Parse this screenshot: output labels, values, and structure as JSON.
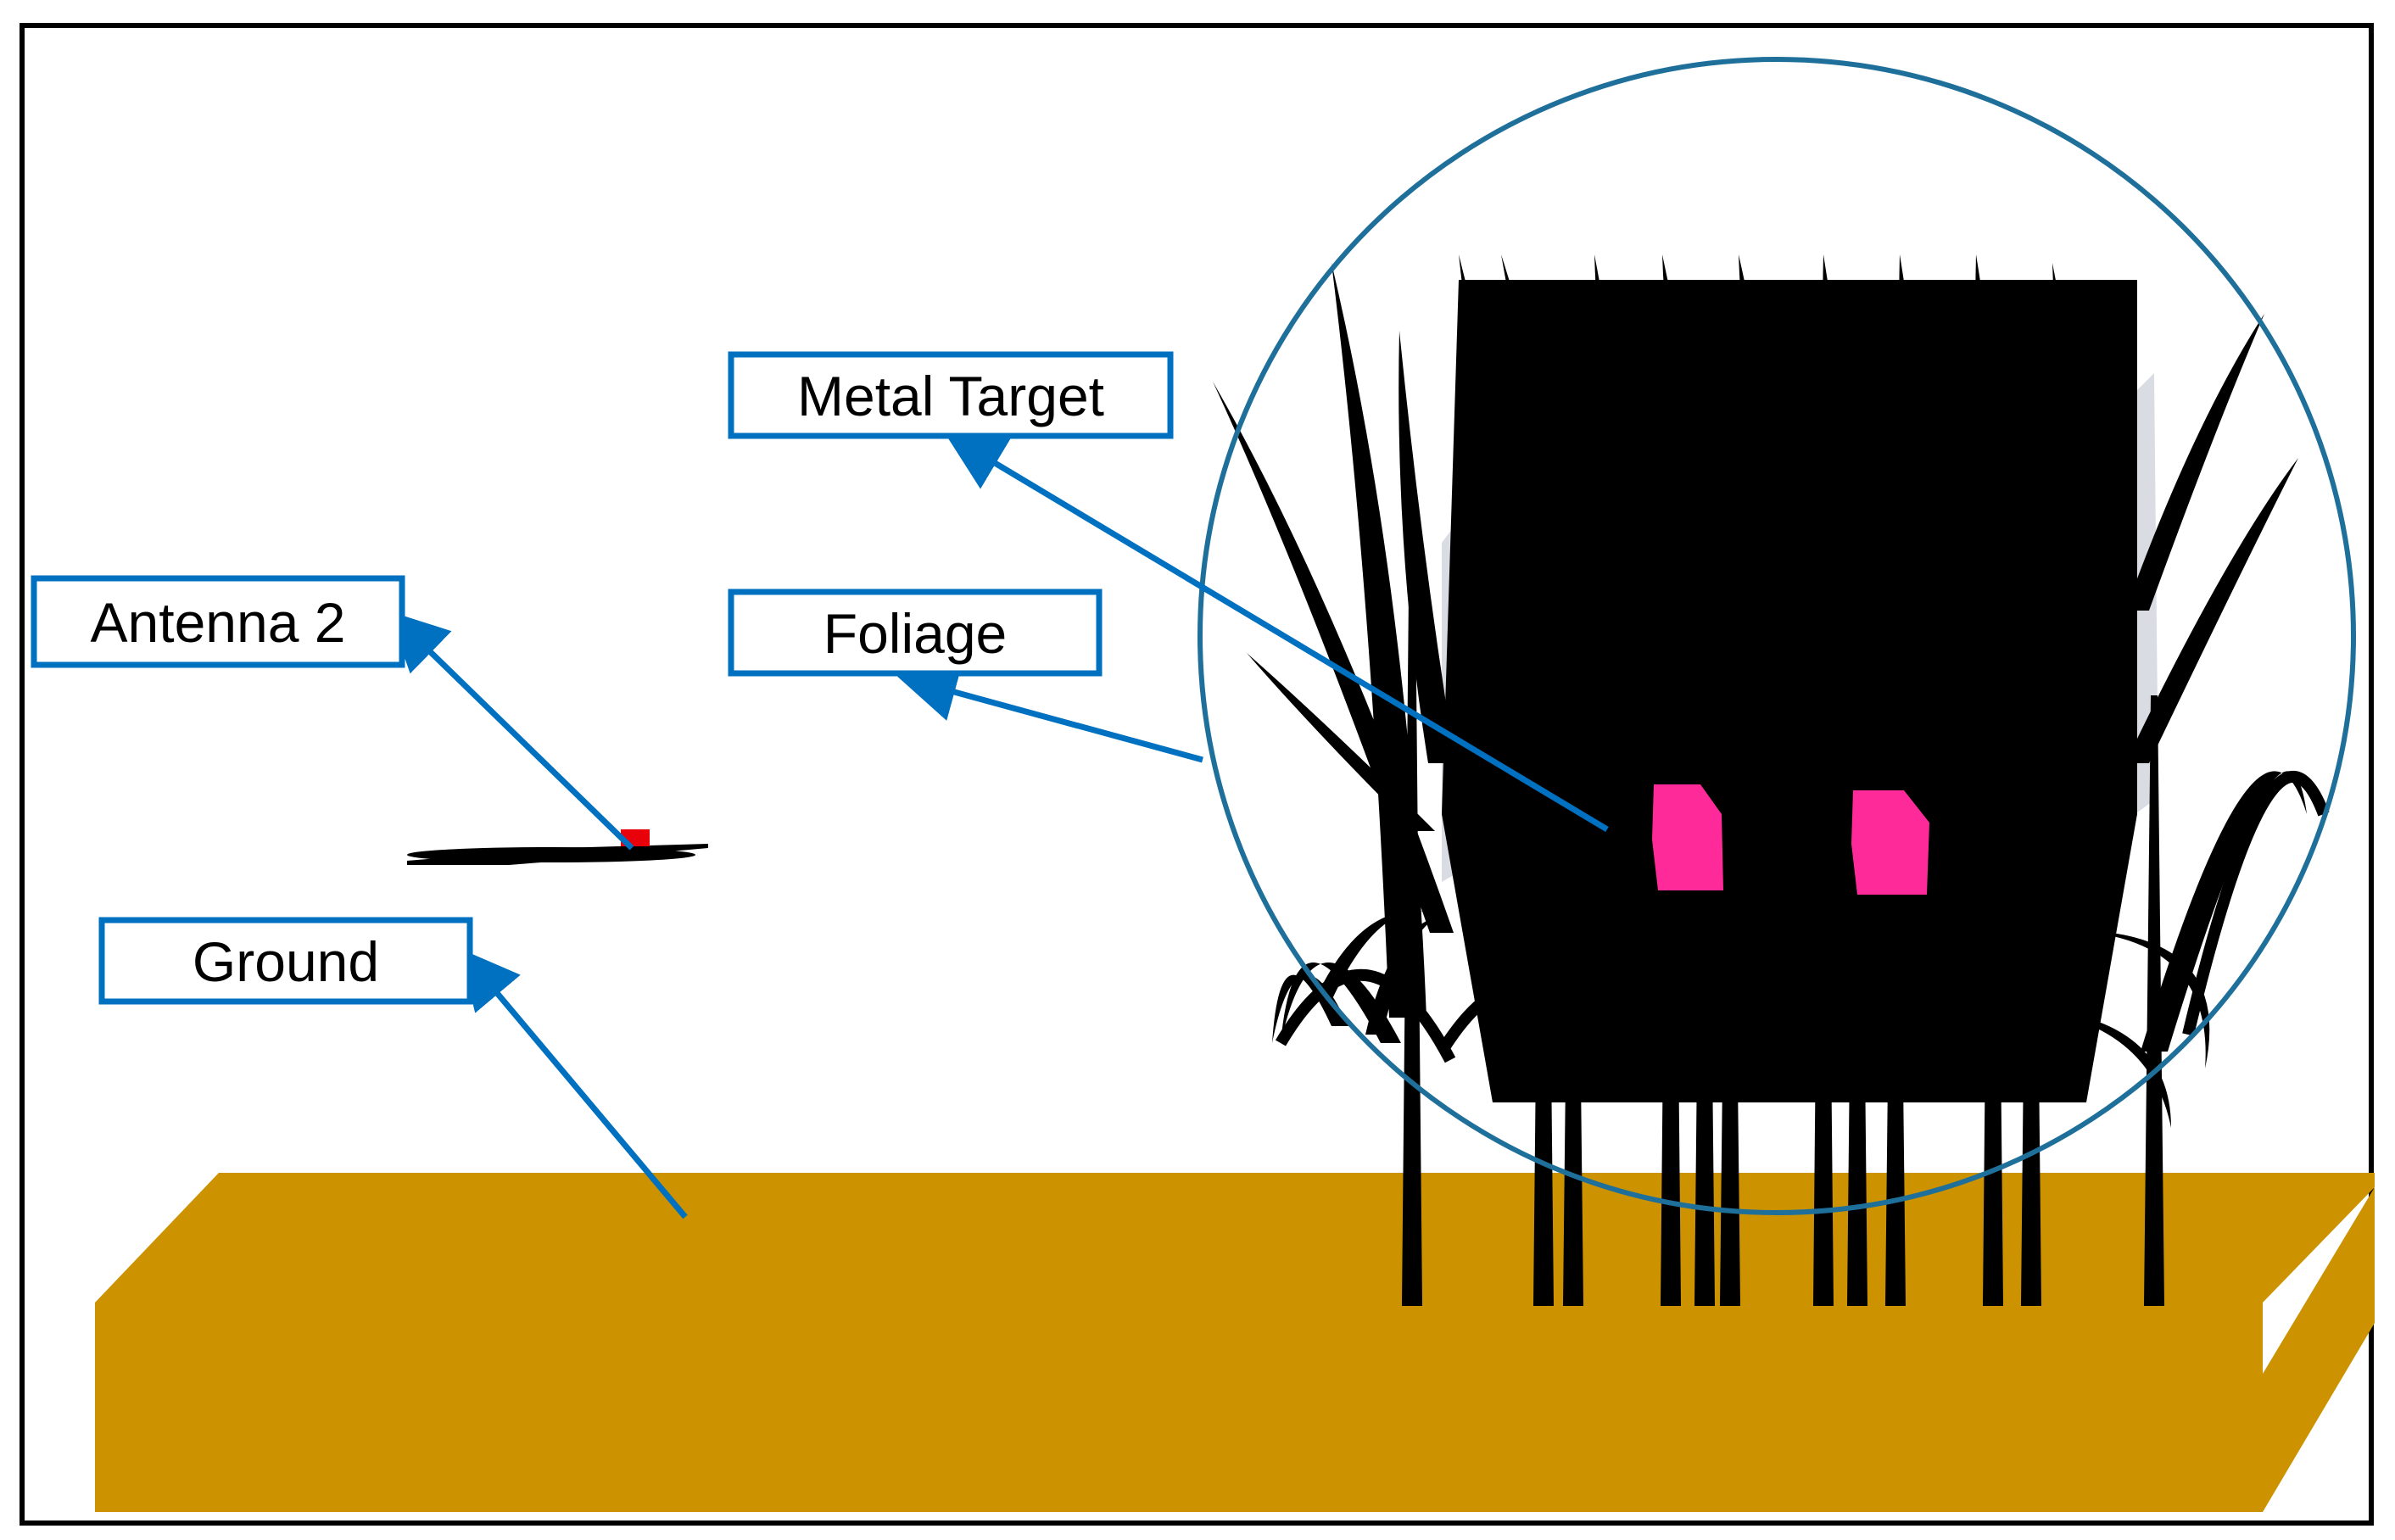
{
  "labels": {
    "metal_target": "Metal Target",
    "antenna": "Antenna 2",
    "foliage": "Foliage",
    "ground": "Ground"
  },
  "colors": {
    "frame": "#000000",
    "callout": "#0070c0",
    "lens": "#1f6f9b",
    "ground": "#cc9200",
    "foliage": "#000000",
    "foliage_shadow": "#d9dce3",
    "target": "#ff2a9a",
    "antenna_element": "#e8000b"
  }
}
